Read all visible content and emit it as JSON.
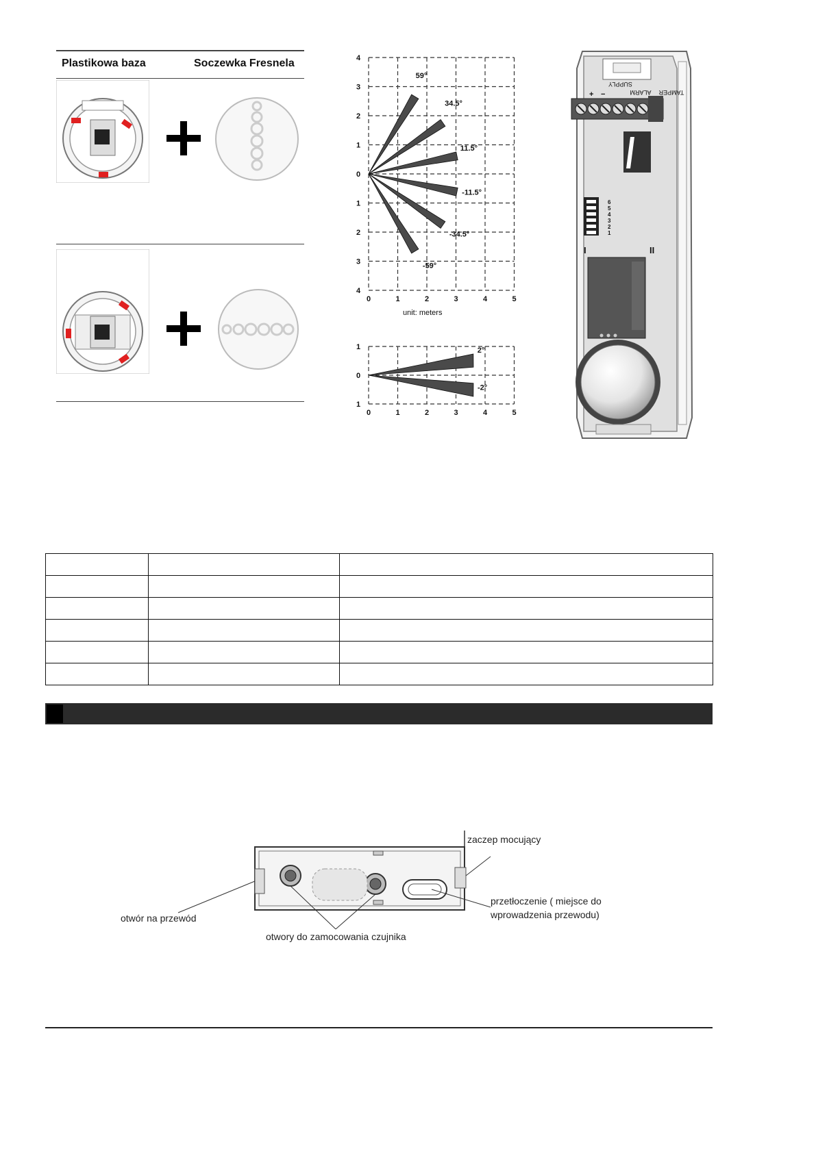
{
  "lens_panel": {
    "header_base": "Plastikowa baza",
    "header_lens": "Soczewka Fresnela"
  },
  "charts": {
    "top": {
      "y_ticks": [
        "4",
        "3",
        "2",
        "1",
        "0",
        "1",
        "2",
        "3",
        "4"
      ],
      "x_ticks": [
        "0",
        "1",
        "2",
        "3",
        "4",
        "5"
      ],
      "angle_labels": [
        "59°",
        "34.5°",
        "11.5°",
        "-11.5°",
        "-34.5°",
        "-59°"
      ],
      "x_unit": "unit: meters"
    },
    "bottom": {
      "y_ticks": [
        "1",
        "0",
        "1"
      ],
      "x_ticks": [
        "0",
        "1",
        "2",
        "3",
        "4",
        "5"
      ],
      "angle_labels": [
        "2°",
        "-2°"
      ]
    }
  },
  "chart_data": [
    {
      "type": "diagram",
      "description_of_zones_deg": [
        59,
        34.5,
        11.5,
        -11.5,
        -34.5,
        -59
      ],
      "xlim": [
        0,
        5
      ],
      "ylim": [
        -4,
        4
      ],
      "xlabel": "unit: meters",
      "grid": true
    },
    {
      "type": "diagram",
      "description_of_zones_deg": [
        2,
        -2
      ],
      "xlim": [
        0,
        5
      ],
      "ylim": [
        -1,
        1
      ],
      "grid": true
    }
  ],
  "device": {
    "terminal_labels": [
      "SUPPLY",
      "ALARM",
      "TAMPER"
    ],
    "supply_polarity": [
      "+",
      "−"
    ],
    "dip_numbers": [
      "6",
      "5",
      "4",
      "3",
      "2",
      "1"
    ],
    "roman_left": "I",
    "roman_right": "II"
  },
  "spec_table": {
    "rows": [
      [
        "",
        "",
        ""
      ],
      [
        "",
        "",
        ""
      ],
      [
        "",
        "",
        ""
      ],
      [
        "",
        "",
        ""
      ],
      [
        "",
        "",
        ""
      ],
      [
        "",
        "",
        ""
      ]
    ]
  },
  "section": {
    "title": ""
  },
  "mounting": {
    "label_clip": "zaczep mocujący",
    "label_hole": "otwór na przewód",
    "label_knockout_1": "przetłoczenie ( miejsce do",
    "label_knockout_2": "wprowadzenia przewodu)",
    "label_screws": "otwory do zamocowania czujnika"
  },
  "colors": {
    "accent_red": "#e02020",
    "dark": "#2b2b2b"
  }
}
